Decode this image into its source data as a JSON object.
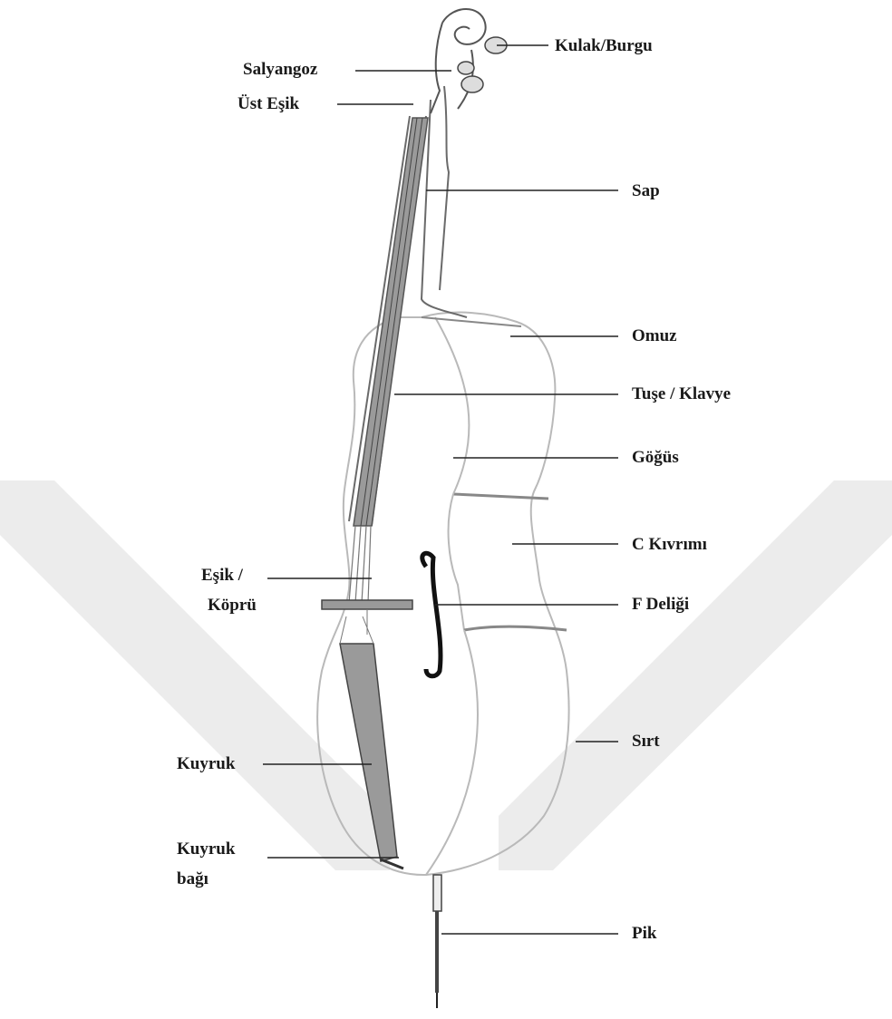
{
  "diagram": {
    "labels": {
      "kulak": "Kulak/Burgu",
      "salyangoz": "Salyangoz",
      "ust_esik": "Üst Eşik",
      "sap": "Sap",
      "omuz": "Omuz",
      "tuse": "Tuşe / Klavye",
      "gogus": "Göğüs",
      "c_kivrimi": "C Kıvrımı",
      "esik_1": "Eşik /",
      "esik_2": "Köprü",
      "f_deligi": "F Deliği",
      "sirt": "Sırt",
      "kuyruk": "Kuyruk",
      "kuyruk_bagi_1": "Kuyruk",
      "kuyruk_bagi_2": "bağı",
      "pik": "Pik"
    },
    "colors": {
      "outline": "#6a6a6a",
      "body_outline": "#b9b9b9",
      "fingerboard": "#9a9a9a",
      "tailpiece": "#9a9a9a",
      "leader": "#222222",
      "watermark": "#ececec"
    }
  }
}
